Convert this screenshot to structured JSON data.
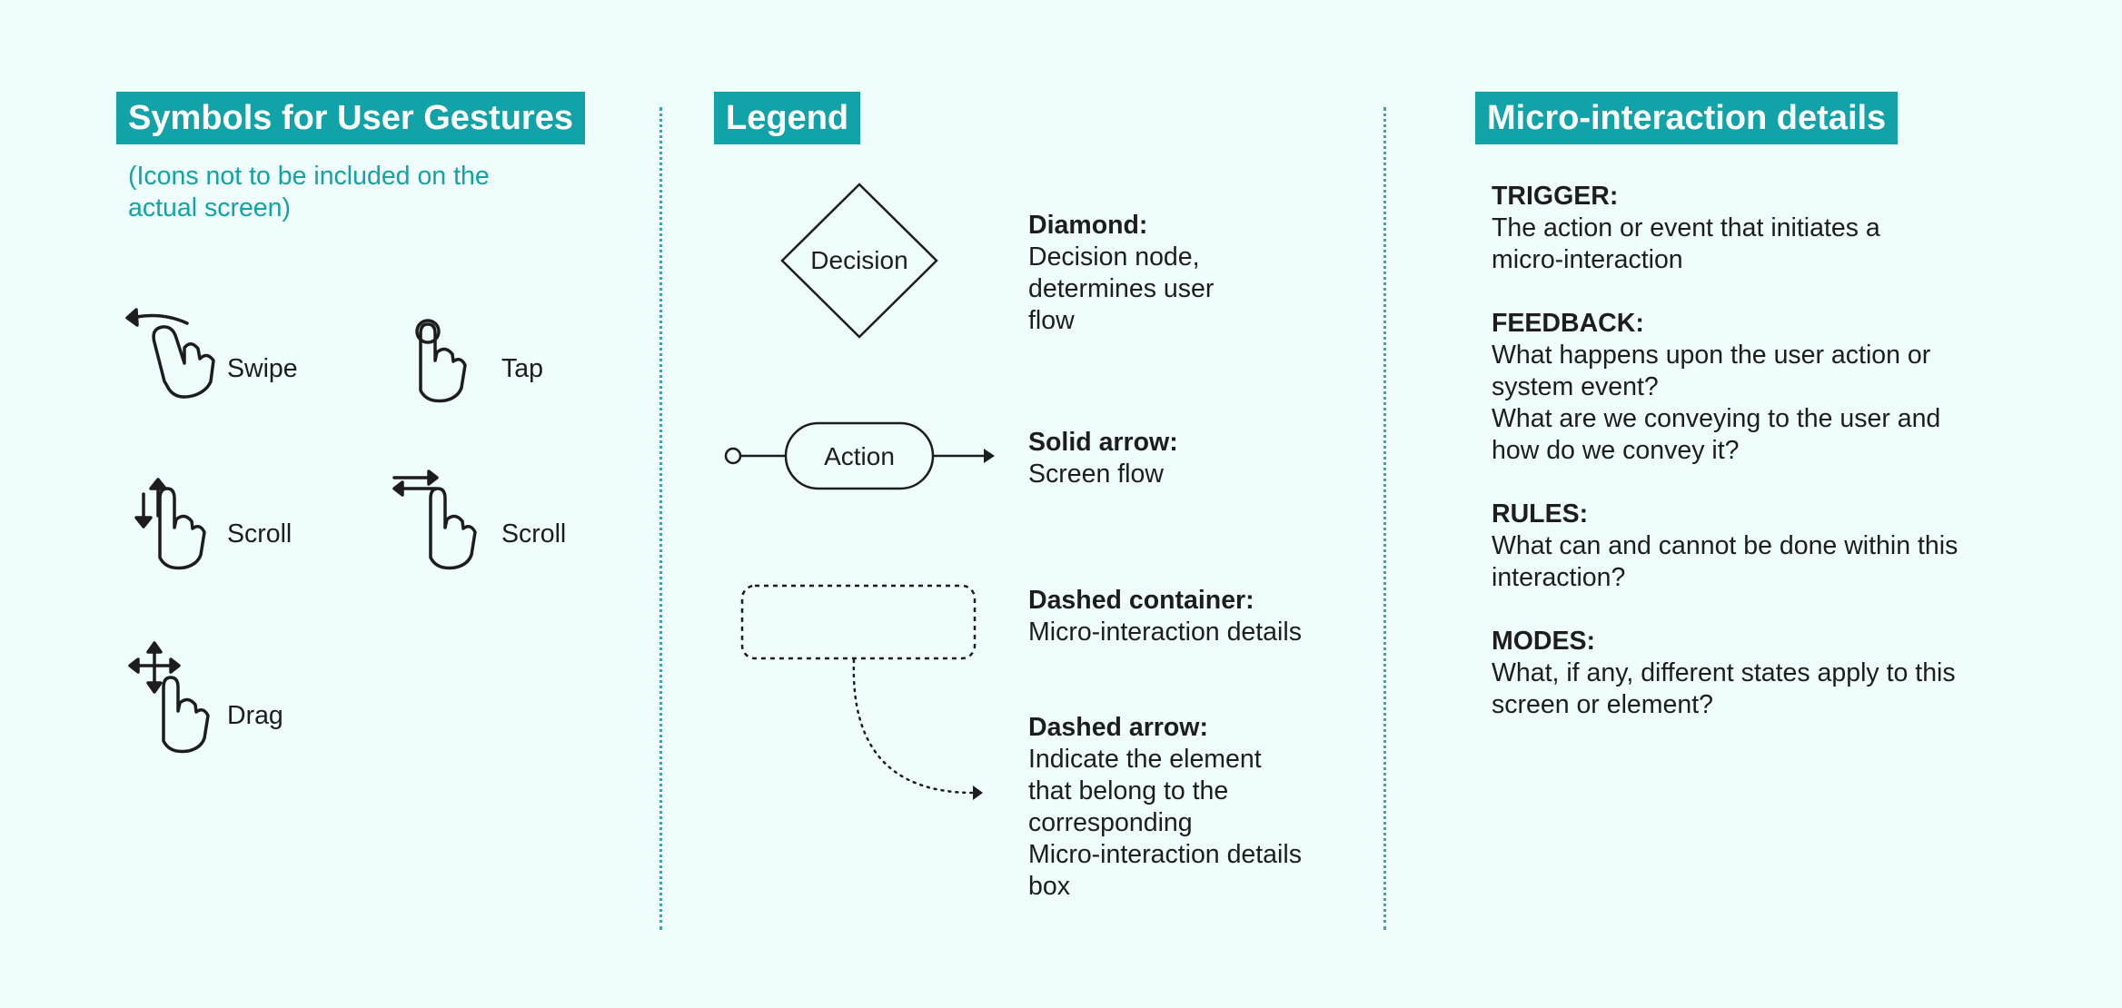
{
  "gestures": {
    "title": "Symbols for User Gestures",
    "note": "(Icons not to be included on the actual screen)",
    "items": [
      {
        "label": "Swipe",
        "icon": "swipe-icon"
      },
      {
        "label": "Tap",
        "icon": "tap-icon"
      },
      {
        "label": "Scroll",
        "icon": "scroll-vertical-icon"
      },
      {
        "label": "Scroll",
        "icon": "scroll-horizontal-icon"
      },
      {
        "label": "Drag",
        "icon": "drag-icon"
      }
    ]
  },
  "legend": {
    "title": "Legend",
    "decision_shape_label": "Decision",
    "action_shape_label": "Action",
    "items": [
      {
        "heading": "Diamond:",
        "description": "Decision node,\ndetermines user\nflow"
      },
      {
        "heading": "Solid arrow:",
        "description": "Screen flow"
      },
      {
        "heading": "Dashed container:",
        "description": "Micro-interaction details"
      },
      {
        "heading": "Dashed arrow:",
        "description": "Indicate the element\nthat belong to the\ncorresponding\nMicro-interaction details\nbox"
      }
    ]
  },
  "micro": {
    "title": "Micro-interaction details",
    "items": [
      {
        "heading": "TRIGGER:",
        "description": "The action or event that initiates a\nmicro-interaction"
      },
      {
        "heading": "FEEDBACK:",
        "description": "What happens upon the user action or\nsystem event?\nWhat are we conveying to the user and\nhow do we convey it?"
      },
      {
        "heading": "RULES:",
        "description": "What can and cannot be done within this\ninteraction?"
      },
      {
        "heading": "MODES:",
        "description": "What, if any, different states apply to this\nscreen or element?"
      }
    ]
  },
  "colors": {
    "accent": "#11a3a8",
    "background": "#effdfd",
    "text": "#1d1d1f"
  }
}
